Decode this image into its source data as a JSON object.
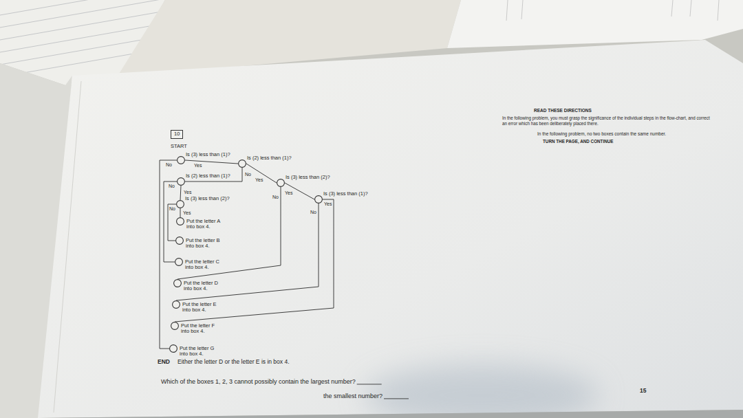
{
  "diagram": {
    "nodes": [
      {
        "text": [
          "10"
        ]
      },
      {
        "text": [
          "Is (3) less than (1)?"
        ]
      },
      {
        "text": [
          "Is (2) less than (1)?"
        ]
      },
      {
        "text": [
          "Is (2) less than (1)?"
        ]
      },
      {
        "text": [
          "Is (3) less than (2)?"
        ]
      },
      {
        "text": [
          "Is (3) less than (2)?"
        ]
      },
      {
        "text": [
          "Is (3) less than (1)?"
        ]
      },
      {
        "text": [
          "Put the letter A into box 4."
        ]
      },
      {
        "text": [
          "Put the letter B into box 4."
        ]
      },
      {
        "text": [
          "Put the letter C into box 4."
        ]
      },
      {
        "text": [
          "Put the letter D into box 4."
        ]
      },
      {
        "text": [
          "Put the letter E into box 4."
        ]
      },
      {
        "text": [
          "Put the letter F into box 4."
        ]
      },
      {
        "text": [
          "Put the letter G into box 4."
        ]
      }
    ],
    "edges": [
      {
        "from": 1,
        "to": 2,
        "arrow": "none",
        "label": "Yes"
      },
      {
        "from": 1,
        "to": 13,
        "arrow": "none",
        "label": "No"
      },
      {
        "from": 2,
        "to": 3,
        "arrow": "none",
        "label": "No"
      },
      {
        "from": 2,
        "to": 4,
        "arrow": "none",
        "label": "Yes"
      },
      {
        "from": 3,
        "to": 5,
        "arrow": "none",
        "label": "Yes"
      },
      {
        "from": 3,
        "to": 9,
        "arrow": "none",
        "label": "No"
      },
      {
        "from": 4,
        "to": 6,
        "arrow": "none",
        "label": "Yes"
      },
      {
        "from": 4,
        "to": 10,
        "arrow": "none",
        "label": "No"
      },
      {
        "from": 5,
        "to": 7,
        "arrow": "none",
        "label": "Yes"
      },
      {
        "from": 5,
        "to": 8,
        "arrow": "none",
        "label": "No"
      },
      {
        "from": 6,
        "to": 11,
        "arrow": "none",
        "label": "No"
      },
      {
        "from": 6,
        "to": 12,
        "arrow": "none",
        "label": "Yes"
      }
    ],
    "labels": [
      "START",
      "END",
      "Either the letter D or the letter E is in box 4.",
      "Which of the boxes 1, 2, 3 cannot possibly contain the largest number?",
      "the smallest number?",
      "READ THESE DIRECTIONS",
      "In the following problem, you must grasp the significance of the individual steps in the flow-chart, and correct an error which has been deliberately placed there.",
      "In the following problem, no two boxes contain the same number.",
      "TURN THE PAGE, AND CONTINUE",
      "15"
    ]
  }
}
